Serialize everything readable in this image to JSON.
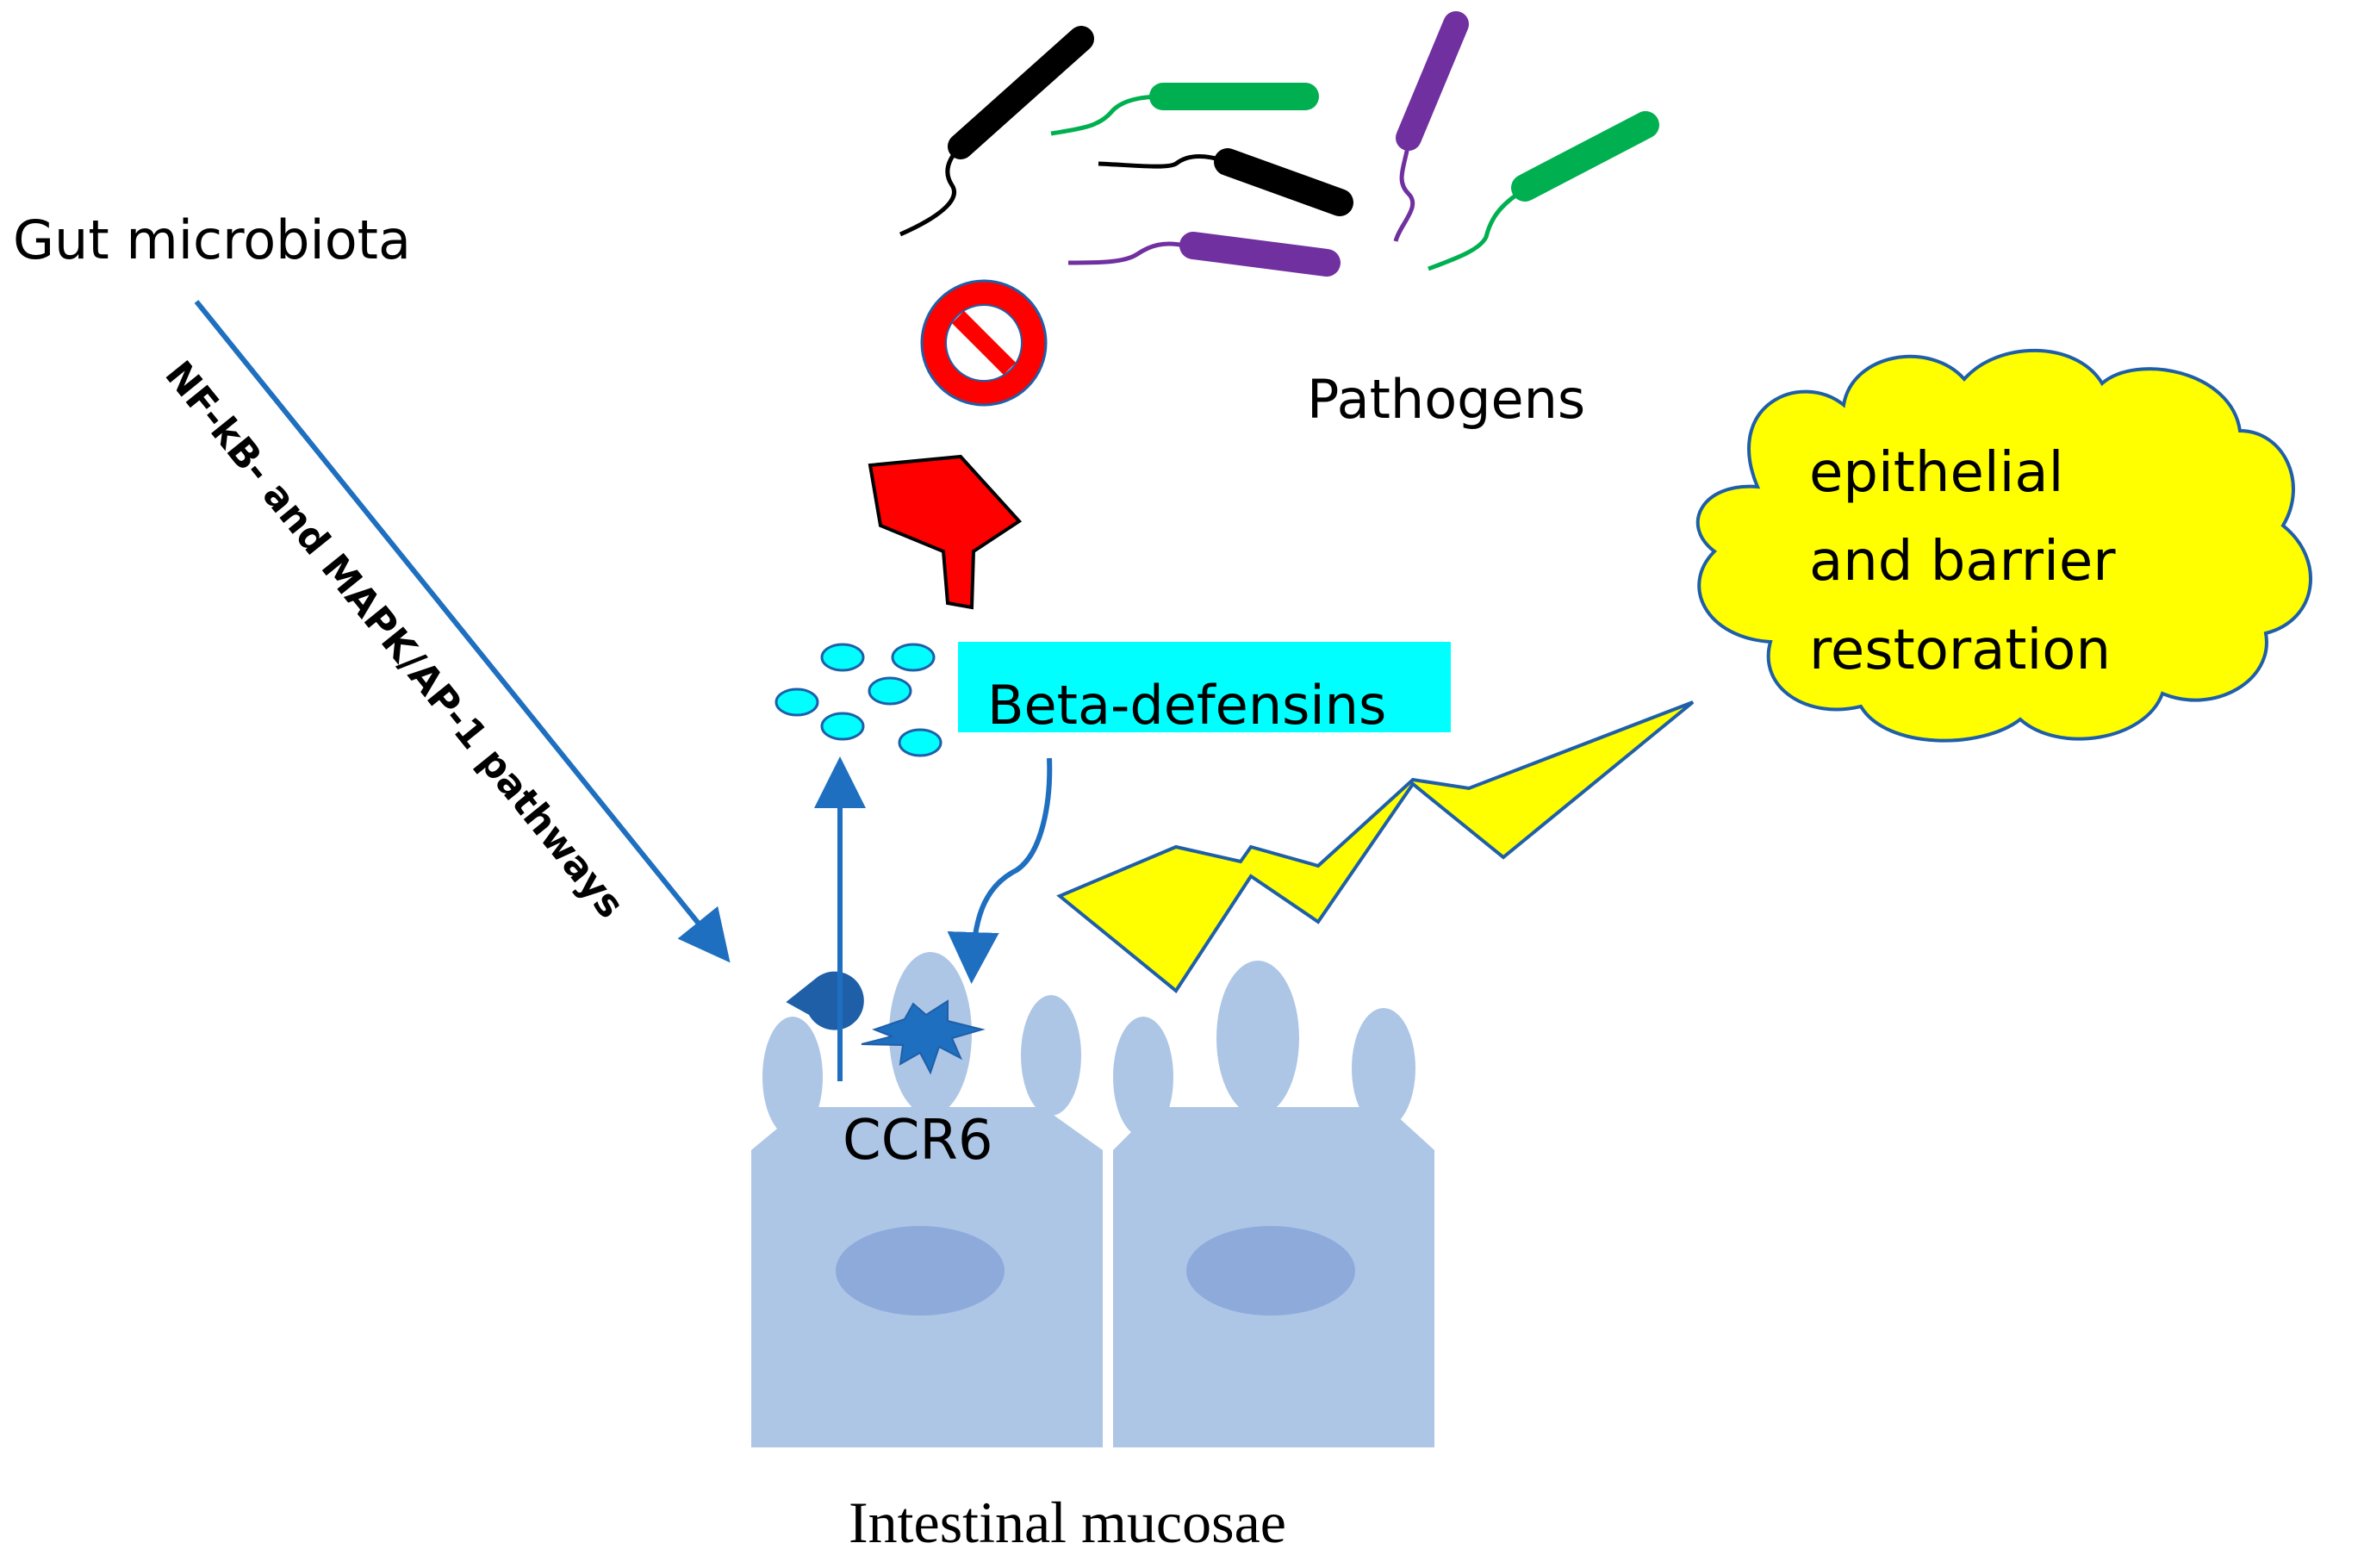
{
  "labels": {
    "gut_microbiota": "Gut microbiota",
    "pathway": "NF-kB- and MAPK/AP-1 pathways",
    "pathogens": "Pathogens",
    "beta_defensins": "Beta-defensins",
    "restoration_line1": "epithelial",
    "restoration_line2": "and barrier",
    "restoration_line3": "restoration",
    "receptor": "CCR6",
    "tissue": "Intestinal mucosae"
  },
  "colors": {
    "cell": "#adc6e6",
    "nucleus": "#8daadb",
    "arrow_blue": "#1f6fc0",
    "prohibit_red": "#ff0000",
    "lightning_yellow": "#ffff00",
    "cloud_yellow": "#ffff00",
    "defensin_cyan": "#00ffff",
    "bacteria_black": "#000000",
    "bacteria_green": "#00b050",
    "bacteria_purple": "#7030a0"
  },
  "icons": [
    "prohibition-icon",
    "up-arrow-icon",
    "lightning-bolt-icon",
    "cloud-shape",
    "receptor-pacman-icon",
    "ligand-star-icon"
  ]
}
